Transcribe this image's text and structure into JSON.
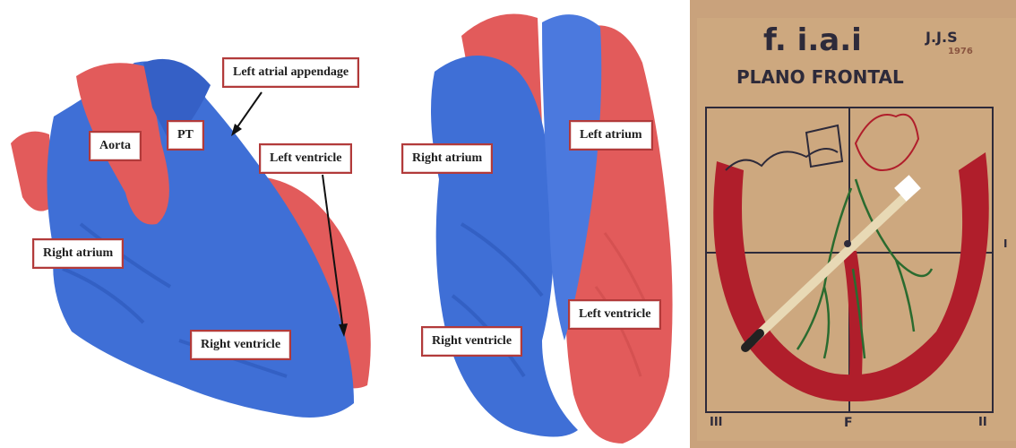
{
  "colors": {
    "blue_tissue": "#3f6fd6",
    "red_tissue": "#e25b5b",
    "label_border": "#b23a3a",
    "board_bg": "#c9a27c",
    "board_red": "#b01e2b",
    "board_green": "#2a6b2f"
  },
  "panel1": {
    "labels": {
      "left_atrial_appendage": "Left atrial appendage",
      "aorta": "Aorta",
      "pt": "PT",
      "left_ventricle": "Left ventricle",
      "right_atrium": "Right atrium",
      "right_ventricle": "Right ventricle"
    }
  },
  "panel2": {
    "labels": {
      "right_atrium": "Right atrium",
      "left_atrium": "Left atrium",
      "left_ventricle": "Left ventricle",
      "right_ventricle": "Right ventricle"
    }
  },
  "panel3": {
    "title": "f. i.a.i",
    "initials": "J.J.S",
    "year": "1976",
    "subtitle": "PLANO FRONTAL",
    "axis_top_right": "I",
    "axis_bottom_left": "III",
    "axis_bottom_center": "F",
    "axis_bottom_right": "II"
  }
}
